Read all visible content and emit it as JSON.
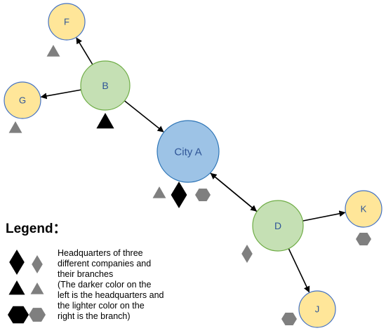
{
  "colors": {
    "hub": "#9dc3e6",
    "hub_stroke": "#2e75b6",
    "mid": "#c5e0b4",
    "mid_stroke": "#70ad47",
    "leaf": "#ffe699",
    "leaf_stroke": "#4472c4",
    "headquarters": "#000000",
    "branch": "#7f7f7f",
    "arrow": "#000000"
  },
  "nodes": [
    {
      "id": "A",
      "label": "City A",
      "kind": "hub"
    },
    {
      "id": "B",
      "label": "B",
      "kind": "mid"
    },
    {
      "id": "D",
      "label": "D",
      "kind": "mid"
    },
    {
      "id": "F",
      "label": "F",
      "kind": "leaf"
    },
    {
      "id": "G",
      "label": "G",
      "kind": "leaf"
    },
    {
      "id": "K",
      "label": "K",
      "kind": "leaf"
    },
    {
      "id": "J",
      "label": "J",
      "kind": "leaf"
    }
  ],
  "edges": [
    {
      "from": "B",
      "to": "F"
    },
    {
      "from": "B",
      "to": "G"
    },
    {
      "from": "B",
      "to": "A"
    },
    {
      "from": "A",
      "to": "D"
    },
    {
      "from": "D",
      "to": "A"
    },
    {
      "from": "D",
      "to": "K"
    },
    {
      "from": "D",
      "to": "J"
    }
  ],
  "markers": [
    {
      "node": "F",
      "shape": "triangle",
      "role": "branch"
    },
    {
      "node": "G",
      "shape": "triangle",
      "role": "branch"
    },
    {
      "node": "B",
      "shape": "triangle",
      "role": "headquarters"
    },
    {
      "node": "A",
      "shape": "triangle",
      "role": "branch"
    },
    {
      "node": "A",
      "shape": "diamond",
      "role": "headquarters"
    },
    {
      "node": "A",
      "shape": "hexagon",
      "role": "branch"
    },
    {
      "node": "D",
      "shape": "diamond",
      "role": "branch"
    },
    {
      "node": "K",
      "shape": "hexagon",
      "role": "branch"
    },
    {
      "node": "J",
      "shape": "hexagon",
      "role": "branch"
    }
  ],
  "legend": {
    "title": "Legend：",
    "lines": [
      "Headquarters of three",
      "different companies and",
      "their branches",
      "(The darker color on the",
      "left is the headquarters and",
      "the lighter color on the",
      "right is the branch)"
    ]
  }
}
